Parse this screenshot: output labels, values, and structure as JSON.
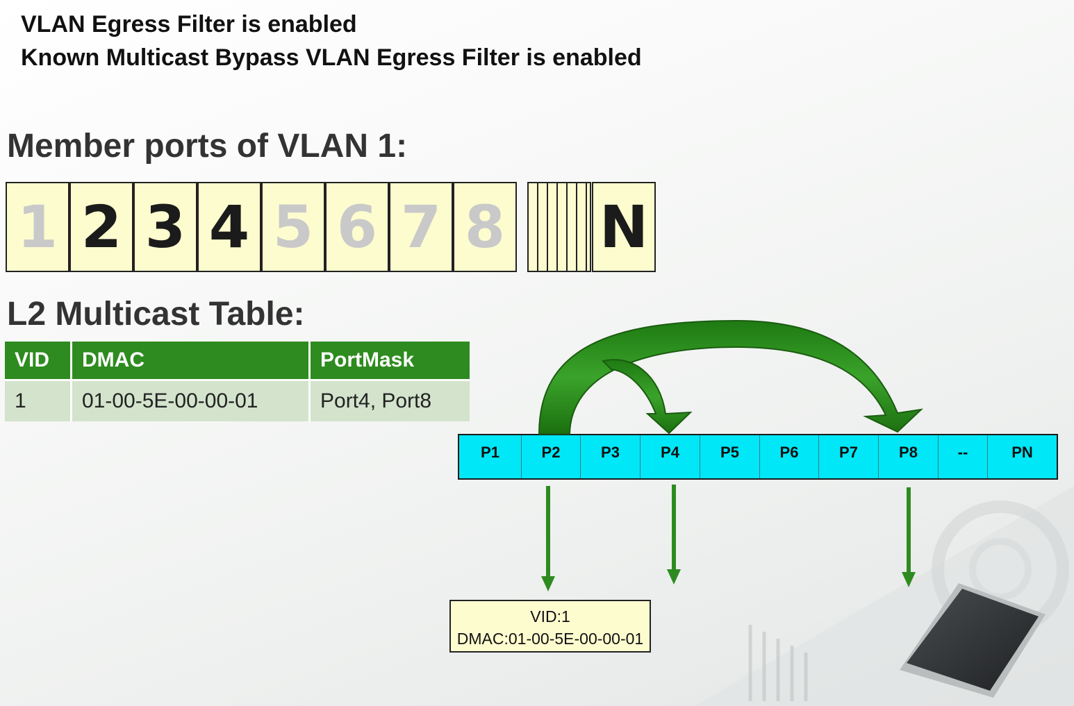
{
  "status": {
    "line1": "VLAN Egress Filter is enabled",
    "line2": "Known Multicast Bypass VLAN Egress Filter is enabled"
  },
  "member_title": "Member ports of VLAN 1:",
  "member_ports": [
    {
      "label": "1",
      "member": false
    },
    {
      "label": "2",
      "member": true
    },
    {
      "label": "3",
      "member": true
    },
    {
      "label": "4",
      "member": true
    },
    {
      "label": "5",
      "member": false
    },
    {
      "label": "6",
      "member": false
    },
    {
      "label": "7",
      "member": false
    },
    {
      "label": "8",
      "member": false
    }
  ],
  "member_last_port": {
    "label": "N",
    "member": true
  },
  "table_title": "L2 Multicast Table:",
  "table": {
    "headers": [
      "VID",
      "DMAC",
      "PortMask"
    ],
    "rows": [
      [
        "1",
        "01-00-5E-00-00-01",
        "Port4, Port8"
      ]
    ]
  },
  "switch_ports": [
    "P1",
    "P2",
    "P3",
    "P4",
    "P5",
    "P6",
    "P7",
    "P8",
    "--",
    "PN"
  ],
  "frame": {
    "vid": "VID:1",
    "dmac": "DMAC:01-00-5E-00-00-01"
  },
  "colors": {
    "accent_green": "#2e8b1f",
    "switch_cyan": "#00e7f7",
    "port_box": "#fdfccf",
    "table_row": "#d3e3cc"
  }
}
